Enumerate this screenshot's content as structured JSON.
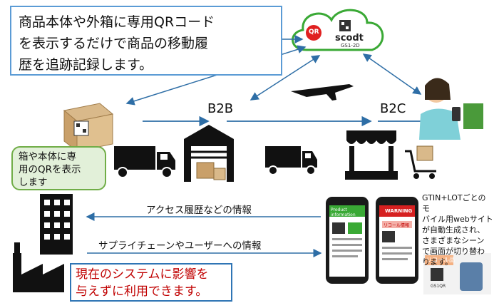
{
  "top_callout": {
    "line1": "商品本体や外箱に専用QRコード",
    "line2": "を表示するだけで商品の移動履",
    "line3": "歴を追跡記録します。"
  },
  "cloud": {
    "brand": "scodt",
    "sub": "GS1-2D",
    "badge": "QR"
  },
  "stages": {
    "b2b": "B2B",
    "b2c": "B2C"
  },
  "green_bubble": {
    "line1": "箱や本体に専",
    "line2": "用のQRを表示",
    "line3": "します"
  },
  "flows": {
    "access_history": "アクセス履歴などの情報",
    "supply_chain": "サプライチェーンやユーザーへの情報"
  },
  "bottom_callout": {
    "line1": "現在のシステムに影響を",
    "line2": "与えずに利用できます。"
  },
  "phones": {
    "left_header": "Product information",
    "right_header": "WARNING",
    "right_sub": "リコール情報"
  },
  "side_note": {
    "line1": "GTIN+LOTごとのモ",
    "line2": "バイル用webサイト",
    "line3": "が自動生成され、",
    "line4": "さまざまなシーン",
    "line5": "で画面が切り替わ",
    "line6": "ります。"
  },
  "recall_card": {
    "label": "リコール品",
    "code": "GS1QR"
  },
  "colors": {
    "callout_border": "#5b9bd5",
    "bubble_fill": "#e2f0d9",
    "bubble_border": "#70ad47",
    "cloud_border": "#3aa935",
    "alert_text": "#c00000",
    "arrow_blue": "#2e6ea6"
  }
}
